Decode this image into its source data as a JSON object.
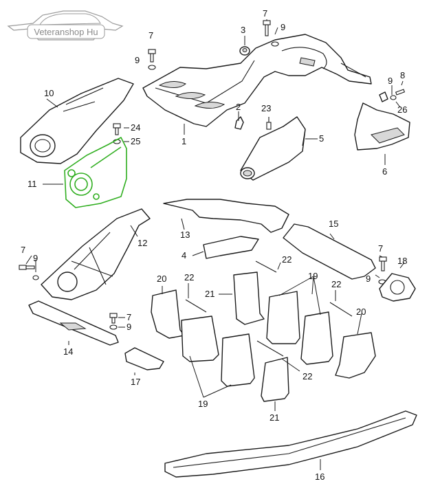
{
  "logo": {
    "text": "Veteranshop Hu"
  },
  "colors": {
    "highlight": "#2fae1f",
    "ink": "#1a1a1a",
    "logo_gray": "#9a9a9a"
  },
  "callouts": {
    "c1": "1",
    "c2": "2",
    "c3": "3",
    "c4": "4",
    "c5": "5",
    "c6": "6",
    "c7a": "7",
    "c7b": "7",
    "c7c": "7",
    "c7d": "7",
    "c7e": "7",
    "c8": "8",
    "c9a": "9",
    "c9b": "9",
    "c9c": "9",
    "c9d": "9",
    "c9e": "9",
    "c9f": "9",
    "c10": "10",
    "c11": "11",
    "c12": "12",
    "c13": "13",
    "c14": "14",
    "c15": "15",
    "c16": "16",
    "c17": "17",
    "c18": "18",
    "c19a": "19",
    "c19b": "19",
    "c20a": "20",
    "c20b": "20",
    "c21a": "21",
    "c21b": "21",
    "c22a": "22",
    "c22b": "22",
    "c22c": "22",
    "c22d": "22",
    "c23": "23",
    "c24": "24",
    "c25": "25",
    "c26": "26"
  }
}
